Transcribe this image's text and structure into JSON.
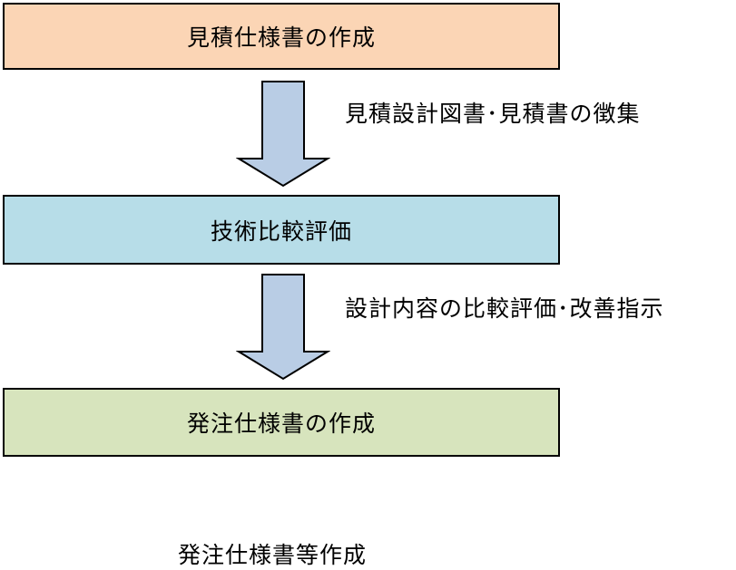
{
  "flow": {
    "step1": "見積仕様書の作成",
    "arrow1_label": "見積設計図書･見積書の徴集",
    "step2": "技術比較評価",
    "arrow2_label": "設計内容の比較評価･改善指示",
    "step3": "発注仕様書の作成"
  },
  "caption": "発注仕様書等作成",
  "colors": {
    "step1_fill": "#fbd5b5",
    "step2_fill": "#b7dde8",
    "step3_fill": "#d7e4bd",
    "arrow_fill": "#b9cde5",
    "arrow_stroke": "#000000"
  }
}
